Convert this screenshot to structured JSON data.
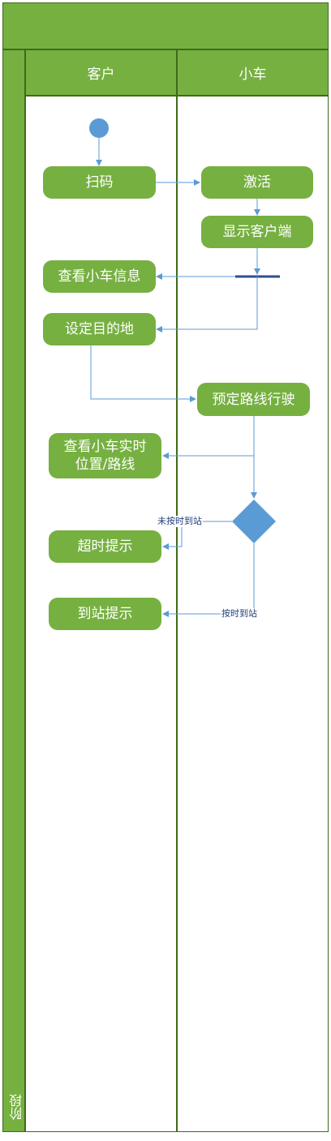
{
  "diagram": {
    "stage_label": "阶段",
    "lanes": [
      {
        "id": "customer",
        "label": "客户"
      },
      {
        "id": "cart",
        "label": "小车"
      }
    ],
    "nodes": {
      "scan": "扫码",
      "activate": "激活",
      "show_client": "显示客户端",
      "view_cart_info": "查看小车信息",
      "set_destination": "设定目的地",
      "drive_route": "预定路线行驶",
      "view_realtime": "查看小车实时\n位置/路线",
      "timeout_alert": "超时提示",
      "arrival_alert": "到站提示"
    },
    "edge_labels": {
      "not_on_time": "未按时到站",
      "on_time": "按时到站"
    },
    "colors": {
      "lane_fill": "#76b041",
      "lane_border": "#3e6b1a",
      "node_fill": "#76b041",
      "flow_line": "#5b9bd5",
      "bar": "#2e4f8f",
      "diamond": "#5b9bd5",
      "label_text": "#1f3f7a"
    }
  }
}
